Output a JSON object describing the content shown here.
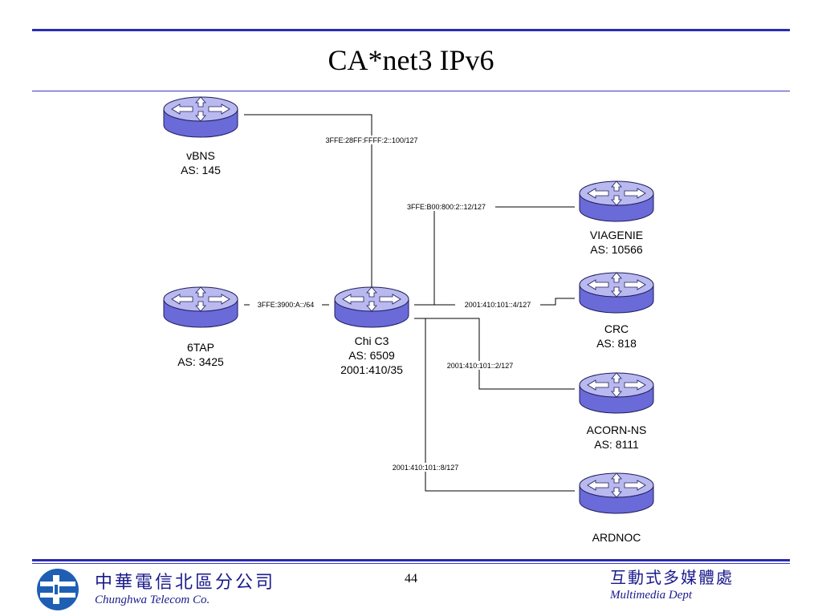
{
  "title": "CA*net3 IPv6",
  "colors": {
    "rule": "#2b2bb0",
    "router_top": "#b9b9f0",
    "router_side": "#6a6ad8",
    "footer_text": "#1a1a8c",
    "logo": "#1e5fb4"
  },
  "routers": [
    {
      "id": "vbns",
      "lines": [
        "vBNS",
        "AS: 145"
      ]
    },
    {
      "id": "chi-c3",
      "lines": [
        "Chi C3",
        "AS: 6509",
        "2001:410/35"
      ]
    },
    {
      "id": "6tap",
      "lines": [
        "6TAP",
        "AS: 3425"
      ]
    },
    {
      "id": "viagenie",
      "lines": [
        "VIAGENIE",
        "AS: 10566"
      ]
    },
    {
      "id": "crc",
      "lines": [
        "CRC",
        "AS: 818"
      ]
    },
    {
      "id": "acorn-ns",
      "lines": [
        "ACORN-NS",
        "AS: 8111"
      ]
    },
    {
      "id": "ardnoc",
      "lines": [
        "ARDNOC"
      ]
    }
  ],
  "links": [
    {
      "from": "chi-c3",
      "to": "vbns",
      "label": "3FFE:28FF:FFFF:2::100/127"
    },
    {
      "from": "chi-c3",
      "to": "viagenie",
      "label": "3FFE:B00:800:2::12/127"
    },
    {
      "from": "chi-c3",
      "to": "6tap",
      "label": "3FFE:3900:A::/64"
    },
    {
      "from": "chi-c3",
      "to": "crc",
      "label": "2001:410:101::4/127"
    },
    {
      "from": "chi-c3",
      "to": "acorn-ns",
      "label": "2001:410:101::2/127"
    },
    {
      "from": "chi-c3",
      "to": "ardnoc",
      "label": "2001:410:101::8/127"
    }
  ],
  "footer": {
    "company_zh": "中華電信北區分公司",
    "company_en": "Chunghwa Telecom Co.",
    "page_number": "44",
    "dept_zh": "互動式多媒體處",
    "dept_en": "Multimedia Dept",
    "logo_icon": "chunghwa-logo-icon"
  }
}
